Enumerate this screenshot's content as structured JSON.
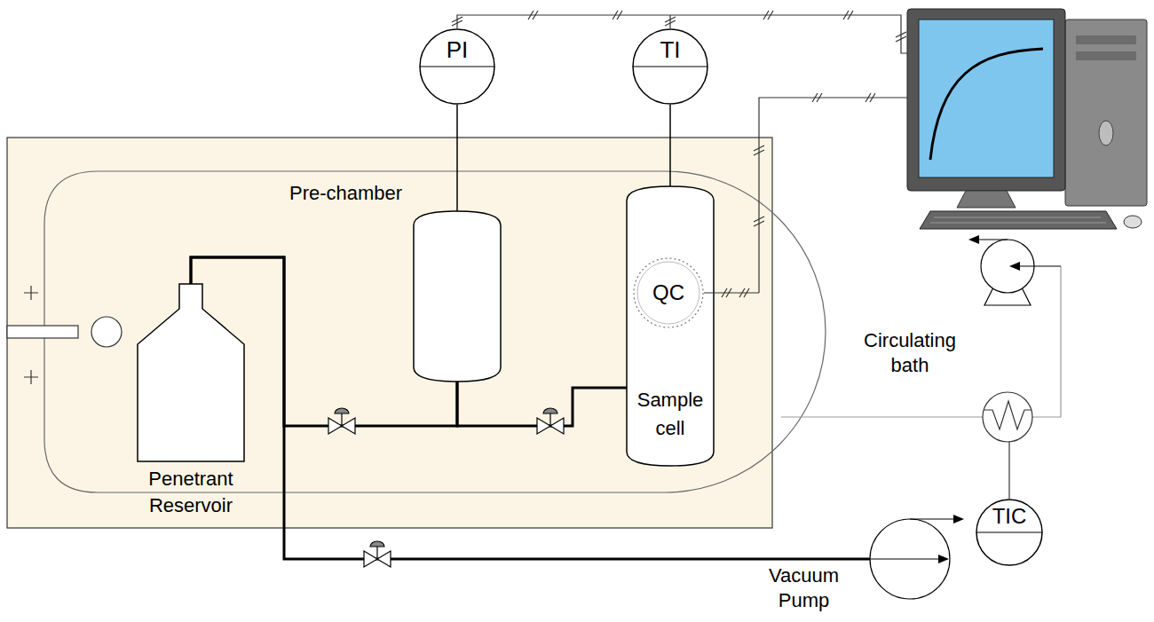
{
  "diagram": {
    "nodes": [
      {
        "text": [
          "PI"
        ]
      },
      {
        "text": [
          "TI"
        ]
      },
      {
        "text": [
          "Pre-chamber"
        ]
      },
      {
        "text": [
          "Sample cell"
        ]
      },
      {
        "text": [
          "QC"
        ],
        "in": 3
      },
      {
        "text": [
          "Penetrant Reservoir"
        ]
      },
      {
        "text": [
          "Circulating bath"
        ]
      },
      {
        "text": [
          "TIC"
        ]
      },
      {
        "text": [
          "Vacuum Pump"
        ]
      }
    ],
    "edges": [
      {
        "from": 0,
        "to": 2,
        "arrow": "none"
      },
      {
        "from": 1,
        "to": 3,
        "arrow": "none"
      },
      {
        "from": 5,
        "to": 2,
        "arrow": "none"
      },
      {
        "from": 2,
        "to": 3,
        "arrow": "none"
      },
      {
        "from": 5,
        "to": 8,
        "arrow": "none"
      }
    ]
  }
}
